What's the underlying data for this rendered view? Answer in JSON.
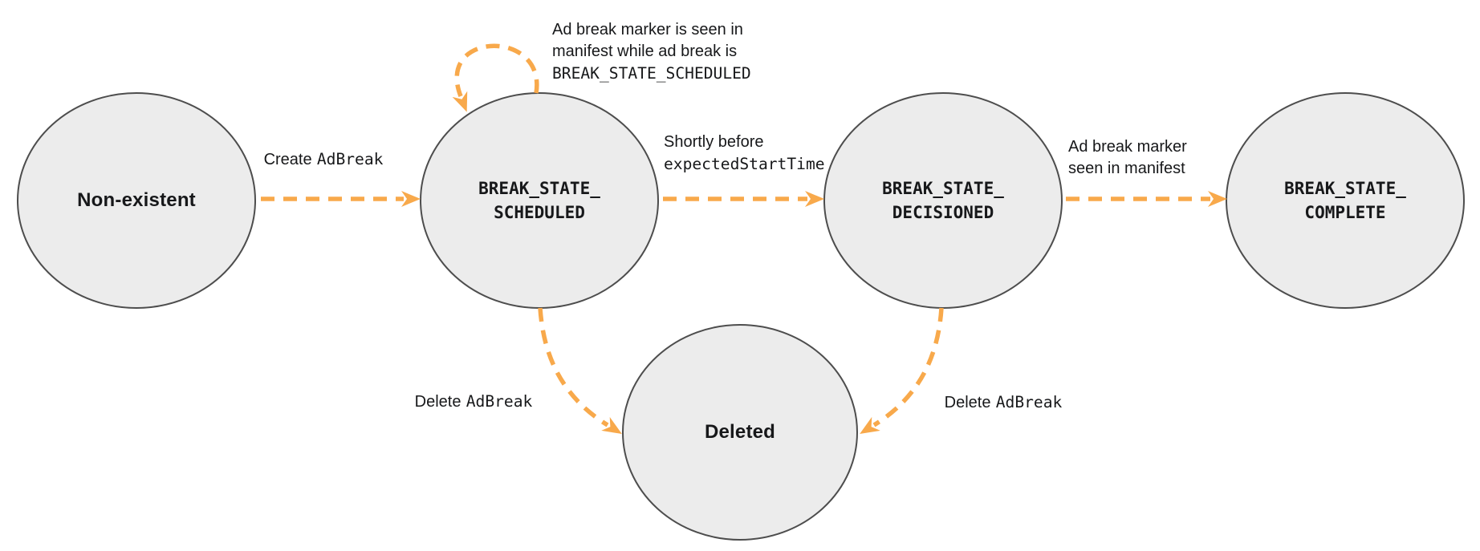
{
  "diagram": {
    "colors": {
      "arrow": "#F8A94B",
      "node_fill": "#ECECEC",
      "node_border": "#4D4D4D",
      "text": "#17181A"
    },
    "nodes": [
      {
        "id": "non-existent",
        "label": "Non-existent"
      },
      {
        "id": "break-state-scheduled",
        "line1": "BREAK_STATE_",
        "line2": "SCHEDULED"
      },
      {
        "id": "break-state-decisioned",
        "line1": "BREAK_STATE_",
        "line2": "DECISIONED"
      },
      {
        "id": "break-state-complete",
        "line1": "BREAK_STATE_",
        "line2": "COMPLETE"
      },
      {
        "id": "deleted",
        "label": "Deleted"
      }
    ],
    "edges": {
      "create_adbreak": {
        "text": "Create",
        "code": "AdBreak"
      },
      "self_loop": {
        "line1": "Ad break marker is seen in",
        "line2": "manifest while ad break is",
        "code_line": "BREAK_STATE_SCHEDULED"
      },
      "shortly_before": {
        "text": "Shortly before",
        "code_line": "expectedStartTime"
      },
      "marker_seen": {
        "line1": "Ad break marker",
        "line2": "seen in manifest"
      },
      "delete_adbreak_left": {
        "text": "Delete",
        "code": "AdBreak"
      },
      "delete_adbreak_right": {
        "text": "Delete",
        "code": "AdBreak"
      }
    }
  }
}
